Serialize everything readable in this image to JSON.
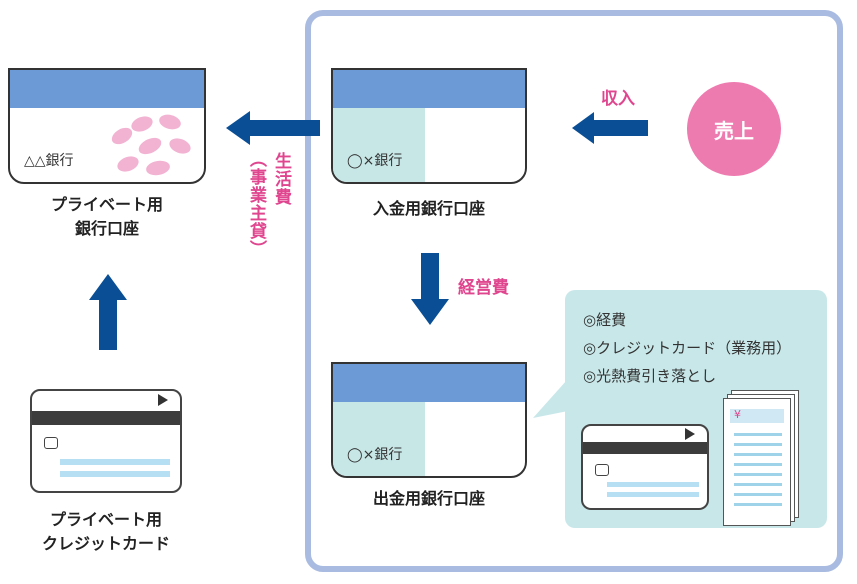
{
  "private_bank": {
    "label": "△△銀行",
    "caption_line1": "プライベート用",
    "caption_line2": "銀行口座"
  },
  "deposit_bank": {
    "label": "◯×銀行",
    "caption": "入金用銀行口座"
  },
  "withdraw_bank": {
    "label": "◯×銀行",
    "caption": "出金用銀行口座"
  },
  "private_card": {
    "caption_line1": "プライベート用",
    "caption_line2": "クレジットカード"
  },
  "sales": {
    "label": "売上"
  },
  "flows": {
    "income": "収入",
    "living_cost": "生活費",
    "owner_loan": "（事業主貸）",
    "operating_cost": "経営費"
  },
  "expense_bubble": {
    "items": [
      "◎経費",
      "◎クレジットカード（業務用）",
      "◎光熱費引き落とし"
    ],
    "yen_symbol": "¥"
  },
  "colors": {
    "frame": "#a9bbe0",
    "header_blue": "#6b9ad6",
    "panel_teal": "#c7e6e6",
    "arrow": "#0a4f95",
    "accent_pink": "#e0468f",
    "sales_circle": "#ee7bb0",
    "bubble": "#c8e7e9"
  }
}
